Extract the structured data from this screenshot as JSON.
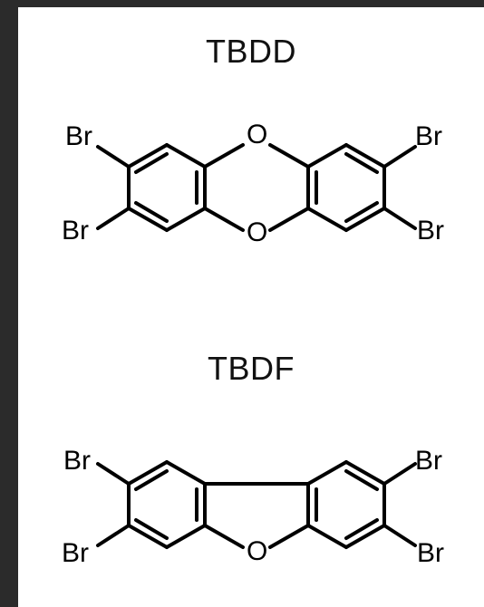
{
  "molecules": [
    {
      "name": "TBDD",
      "atoms": {
        "br_top_left": "Br",
        "br_bottom_left": "Br",
        "br_top_right": "Br",
        "br_bottom_right": "Br",
        "o_top": "O",
        "o_bottom": "O"
      }
    },
    {
      "name": "TBDF",
      "atoms": {
        "br_top_left": "Br",
        "br_bottom_left": "Br",
        "br_top_right": "Br",
        "br_bottom_right": "Br",
        "o_bottom": "O"
      }
    }
  ]
}
